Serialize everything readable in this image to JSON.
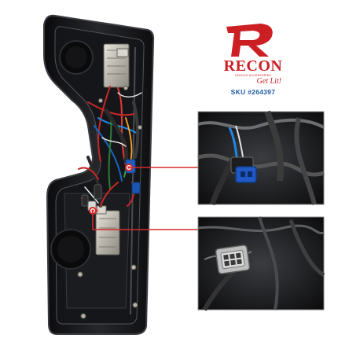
{
  "brand": {
    "name": "RECON",
    "tagline": "VEHICLE ACCESSORIES",
    "slogan": "Get Lit!",
    "sku": "SKU #264397",
    "colors": {
      "brand_red": "#cc1f24",
      "sku_blue": "#1d5aa8",
      "callout_red": "#d42a2a"
    }
  },
  "photo": {
    "subject": "rear view of tail light housing with wiring",
    "callouts": [
      {
        "detail": "blue and black electrical connector close-up"
      },
      {
        "detail": "white multi-pin connector close-up"
      }
    ]
  }
}
